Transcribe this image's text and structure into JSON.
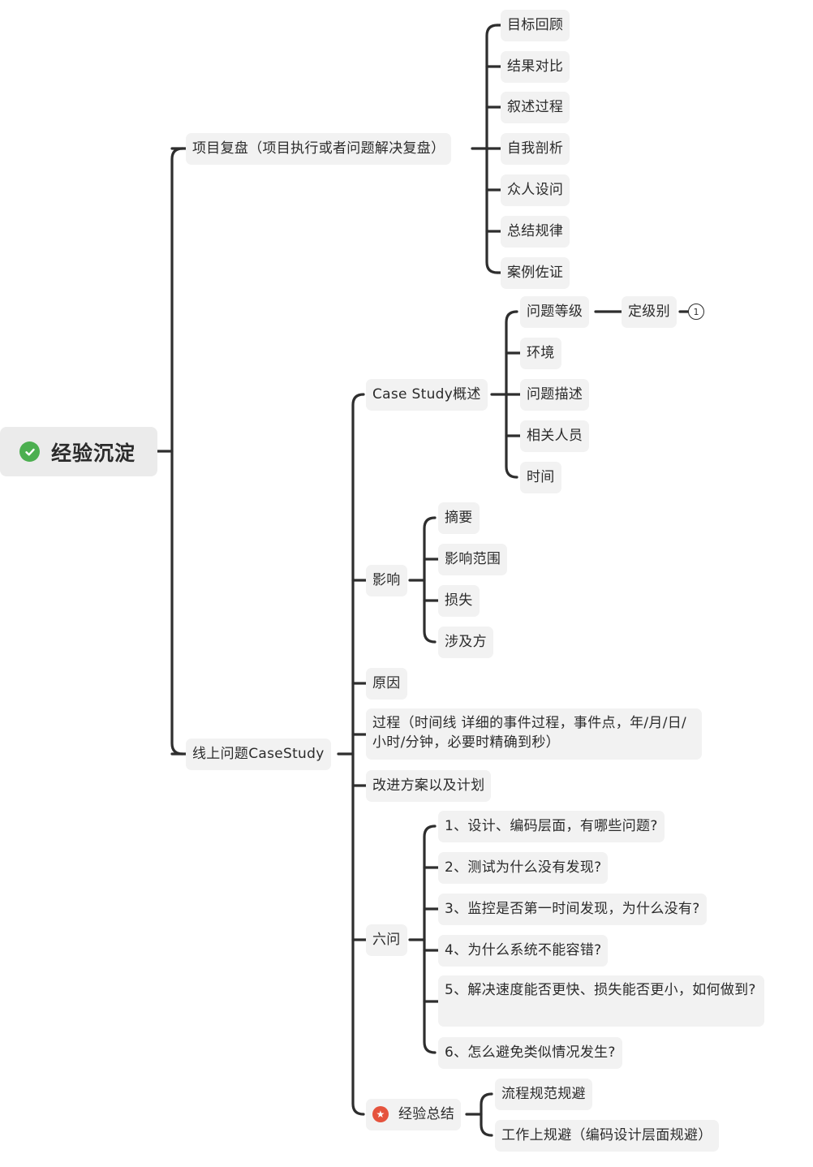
{
  "root": {
    "label": "经验沉淀",
    "icon": "check-circle-icon"
  },
  "review": {
    "label": "项目复盘（项目执行或者问题解决复盘）",
    "steps": [
      "目标回顾",
      "结果对比",
      "叙述过程",
      "自我剖析",
      "众人设问",
      "总结规律",
      "案例佐证"
    ]
  },
  "casestudy": {
    "label": "线上问题CaseStudy",
    "overview": {
      "label": "Case Study概述",
      "level": "问题等级",
      "grade": "定级别",
      "grade_badge": "1",
      "env": "环境",
      "desc": "问题描述",
      "people": "相关人员",
      "time": "时间"
    },
    "impact": {
      "label": "影响",
      "items": [
        "摘要",
        "影响范围",
        "损失",
        "涉及方"
      ]
    },
    "cause": "原因",
    "process": "过程（时间线 详细的事件过程，事件点，年/月/日/小时/分钟，必要时精确到秒）",
    "improve": "改进方案以及计划",
    "six": {
      "label": "六问",
      "q1": "1、设计、编码层面，有哪些问题?",
      "q2": "2、测试为什么没有发现?",
      "q3": "3、监控是否第一时间发现，为什么没有?",
      "q4": "4、为什么系统不能容错?",
      "q5": "5、解决速度能否更快、损失能否更小，如何做到?",
      "q6": "6、怎么避免类似情况发生?"
    },
    "summary": {
      "label": "经验总结",
      "icon": "star-badge-icon",
      "items": [
        "流程规范规避",
        "工作上规避（编码设计层面规避）"
      ]
    }
  }
}
